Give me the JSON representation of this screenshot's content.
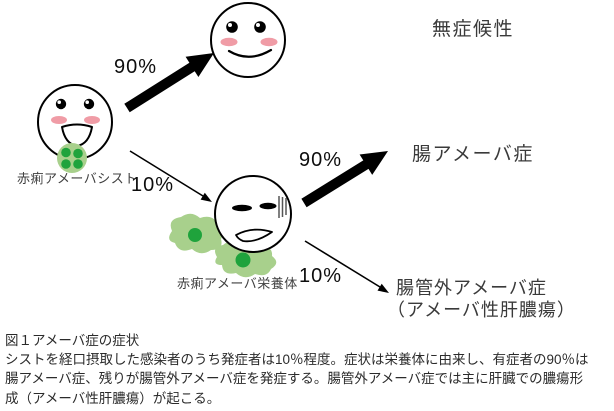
{
  "figure": {
    "outcomes": {
      "asymptomatic": "無症候性",
      "intestinal": "腸アメーバ症",
      "extraintestinal_line1": "腸管外アメーバ症",
      "extraintestinal_line2": "（アメーバ性肝膿瘍）"
    },
    "stages": {
      "cyst": "赤痢アメーバシスト",
      "trophozoite": "赤痢アメーバ栄養体"
    },
    "percentages": {
      "cyst_to_asymptomatic": "90%",
      "cyst_to_trophozoite": "10%",
      "trophozoite_to_intestinal": "90%",
      "trophozoite_to_extraintestinal": "10%"
    }
  },
  "caption": {
    "title": "図１アメーバ症の症状",
    "lines": [
      "シストを経口摂取した感染者のうち発症者は10％程度。症状は栄養体に由来し、有症者の90％は",
      "腸アメーバ症、残りが腸管外アメーバ症を発症する。腸管外アメーバ症では主に肝臓での膿瘍形",
      "成（アメーバ性肝膿瘍）が起こる。"
    ]
  },
  "colors": {
    "amoeba_light_green": "#a8d08c",
    "amoeba_dark_green": "#1fa33c",
    "cheek_pink": "#f09ca6",
    "arrow_black": "#000000",
    "face_outline": "#000000",
    "gloom_gray": "#555555"
  }
}
